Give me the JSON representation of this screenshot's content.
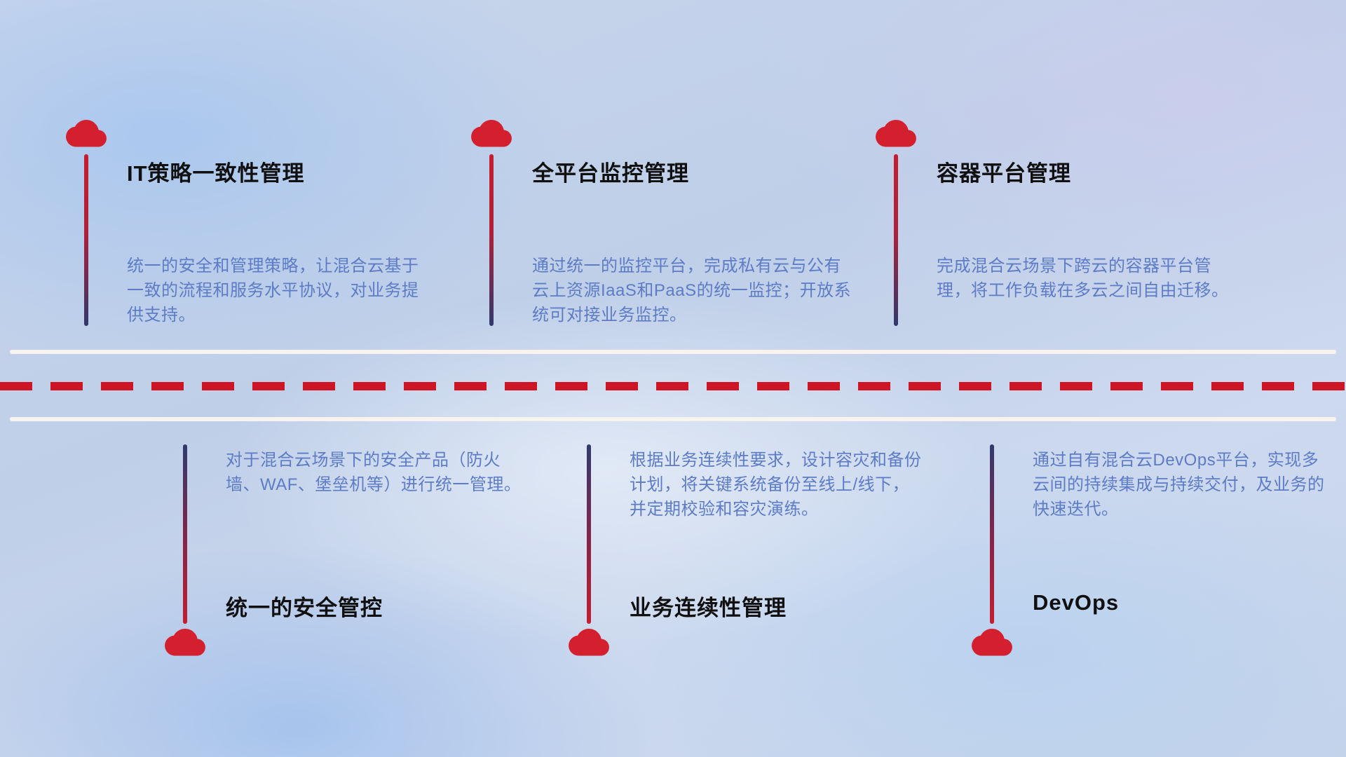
{
  "colors": {
    "cloud_red": "#d41f2e",
    "line_red": "#c41e2f",
    "line_navy": "#303a6e",
    "dash_red": "#ce1526",
    "road_white": "#f7f4ef",
    "title_text": "#101010",
    "description_text": "#5d7cc5"
  },
  "icons": {
    "cloud": "cloud-icon"
  },
  "items": [
    {
      "position": "top",
      "title": "IT策略一致性管理",
      "description": "统一的安全和管理策略，让混合云基于一致的流程和服务水平协议，对业务提供支持。"
    },
    {
      "position": "top",
      "title": "全平台监控管理",
      "description": "通过统一的监控平台，完成私有云与公有云上资源IaaS和PaaS的统一监控；开放系统可对接业务监控。"
    },
    {
      "position": "top",
      "title": "容器平台管理",
      "description": "完成混合云场景下跨云的容器平台管理，将工作负载在多云之间自由迁移。"
    },
    {
      "position": "bottom",
      "title": "统一的安全管控",
      "description": "对于混合云场景下的安全产品（防火墙、WAF、堡垒机等）进行统一管理。"
    },
    {
      "position": "bottom",
      "title": "业务连续性管理",
      "description": "根据业务连续性要求，设计容灾和备份计划，将关键系统备份至线上/线下，并定期校验和容灾演练。"
    },
    {
      "position": "bottom",
      "title": "DevOps",
      "description": "通过自有混合云DevOps平台，实现多云间的持续集成与持续交付，及业务的快速迭代。"
    }
  ]
}
